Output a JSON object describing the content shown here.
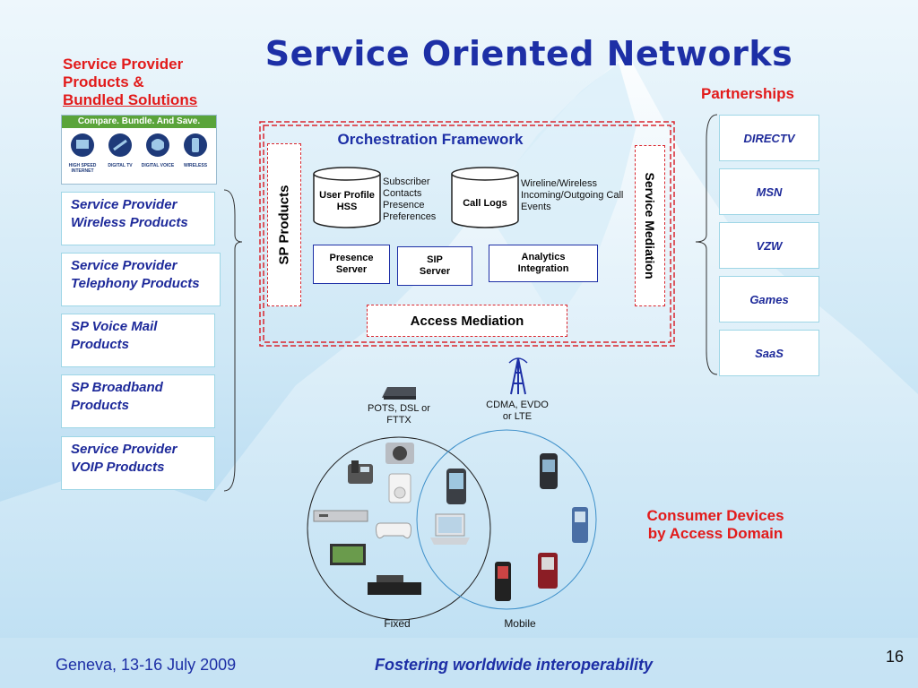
{
  "slide": {
    "title": "Service Oriented Networks",
    "page_number": "16",
    "footer_left": "Geneva, 13-16 July 2009",
    "footer_center": "Fostering worldwide interoperability"
  },
  "left": {
    "heading_lines": [
      "Service Provider",
      "Products &",
      "Bundled Solutions"
    ],
    "banner": {
      "tagline": "Compare. Bundle. And Save.",
      "icons": [
        "HIGH SPEED INTERNET",
        "DIGITAL TV",
        "DIGITAL VOICE",
        "WIRELESS"
      ]
    },
    "products": [
      [
        "Service Provider",
        "Wireless Products"
      ],
      [
        "Service Provider",
        "Telephony Products"
      ],
      [
        "SP Voice Mail",
        "Products"
      ],
      [
        "SP Broadband",
        "Products"
      ],
      [
        "Service Provider",
        "VOIP Products"
      ]
    ]
  },
  "center": {
    "orchestration": "Orchestration Framework",
    "sp_products": "SP Products",
    "service_mediation": "Service Mediation",
    "user_profile": [
      "User Profile",
      "HSS"
    ],
    "user_profile_notes": [
      "Subscriber",
      "Contacts",
      "Presence",
      "Preferences"
    ],
    "call_logs": "Call Logs",
    "call_logs_notes": [
      "Wireline/Wireless",
      "Incoming/Outgoing Call",
      "Events"
    ],
    "presence_server": [
      "Presence",
      "Server"
    ],
    "sip_server": [
      "SIP",
      "Server"
    ],
    "analytics": [
      "Analytics",
      "Integration"
    ],
    "access_mediation": "Access Mediation"
  },
  "right": {
    "heading": "Partnerships",
    "partners": [
      "DIRECTV",
      "MSN",
      "VZW",
      "Games",
      "SaaS"
    ]
  },
  "bottom": {
    "fixed_access": [
      "POTS, DSL or",
      "FTTX"
    ],
    "mobile_access": [
      "CDMA, EVDO",
      "or LTE"
    ],
    "fixed_label": "Fixed",
    "mobile_label": "Mobile",
    "consumer_heading": [
      "Consumer Devices",
      "by Access Domain"
    ]
  }
}
